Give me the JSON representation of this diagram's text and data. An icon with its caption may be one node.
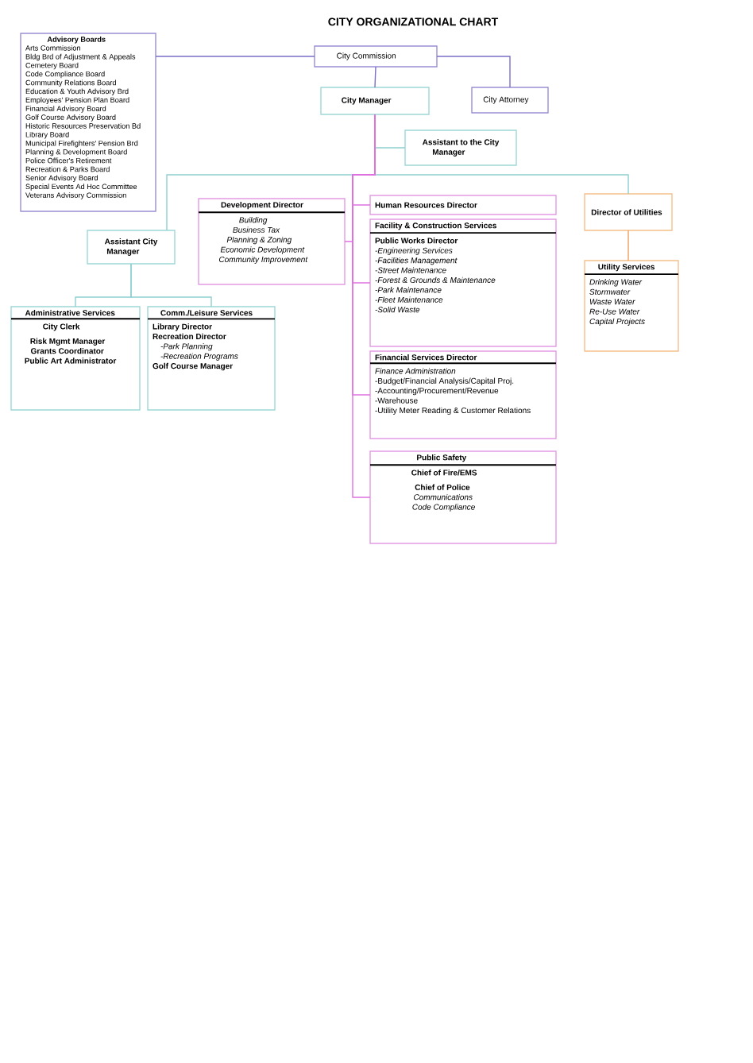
{
  "diagram": {
    "title": "CITY ORGANIZATIONAL CHART",
    "nodes": [
      {
        "text": [
          "Advisory Boards",
          "Arts Commission",
          "Bldg Brd of Adjustment & Appeals",
          "Cemetery Board",
          "Code Compliance Board",
          "Community Relations Board",
          "Education & Youth Advisory Brd",
          "Employees' Pension Plan Board",
          "Financial Advisory Board",
          "Golf Course Advisory Board",
          "Historic Resources Preservation Bd",
          "Library Board",
          "Municipal Firefighters' Pension Brd",
          "Planning & Development Board",
          "Police Officer's Retirement",
          "Recreation & Parks Board",
          "Senior Advisory Board",
          "Special Events Ad Hoc Committee",
          "Veterans Advisory Commission"
        ]
      },
      {
        "text": [
          "City Commission"
        ]
      },
      {
        "text": [
          "City Manager"
        ]
      },
      {
        "text": [
          "City Attorney"
        ]
      },
      {
        "text": [
          "Assistant to the City Manager"
        ]
      },
      {
        "text": [
          "Assistant City Manager"
        ]
      },
      {
        "text": [
          "Development Director",
          "Building",
          "Business Tax",
          "Planning & Zoning",
          "Economic Development",
          "Community Improvement"
        ]
      },
      {
        "text": [
          "Human Resources Director"
        ]
      },
      {
        "text": [
          "Facility & Construction Services",
          "Public Works Director",
          "-Engineering Services",
          "-Facilities Management",
          "-Street Maintenance",
          "-Forest & Grounds & Maintenance",
          "-Park Maintenance",
          "-Fleet Maintenance",
          "-Solid Waste"
        ]
      },
      {
        "text": [
          "Financial Services Director",
          "Finance Administration",
          "-Budget/Financial Analysis/Capital Proj.",
          "-Accounting/Procurement/Revenue",
          "-Warehouse",
          "-Utility Meter Reading & Customer Relations"
        ]
      },
      {
        "text": [
          "Public Safety",
          "Chief of Fire/EMS",
          "Chief of Police",
          "Communications",
          "Code Compliance"
        ]
      },
      {
        "text": [
          "Director of Utilities"
        ]
      },
      {
        "text": [
          "Utility Services",
          "Drinking Water",
          "Stormwater",
          "Waste Water",
          "Re-Use Water",
          "Capital Projects"
        ]
      },
      {
        "text": [
          "Administrative Services",
          "City Clerk",
          "Risk Mgmt Manager",
          "Grants Coordinator",
          "Public Art Administrator"
        ]
      },
      {
        "text": [
          "Comm./Leisure Services",
          "Library Director",
          "Recreation Director",
          "-Park Planning",
          "-Recreation Programs",
          "Golf Course Manager"
        ]
      }
    ],
    "edges": [
      {
        "from": 0,
        "to": 1,
        "arrow": "none",
        "color": "#7b6fc8"
      },
      {
        "from": 1,
        "to": 2,
        "arrow": "none",
        "color": "#7b6fc8"
      },
      {
        "from": 1,
        "to": 3,
        "arrow": "none",
        "color": "#7b6fc8"
      },
      {
        "from": 2,
        "to": 4,
        "arrow": "none"
      },
      {
        "from": 2,
        "to": 5,
        "arrow": "none"
      },
      {
        "from": 2,
        "to": 11,
        "arrow": "none"
      },
      {
        "from": 2,
        "to": 6,
        "arrow": "none",
        "color": "#e070e0"
      },
      {
        "from": 2,
        "to": 7,
        "arrow": "none",
        "color": "#e070e0"
      },
      {
        "from": 2,
        "to": 8,
        "arrow": "none",
        "color": "#e070e0"
      },
      {
        "from": 2,
        "to": 9,
        "arrow": "none",
        "color": "#e070e0"
      },
      {
        "from": 2,
        "to": 10,
        "arrow": "none",
        "color": "#e070e0"
      },
      {
        "from": 11,
        "to": 12,
        "arrow": "none",
        "color": "#f0a060"
      },
      {
        "from": 5,
        "to": 13,
        "arrow": "none"
      },
      {
        "from": 5,
        "to": 14,
        "arrow": "none"
      }
    ]
  }
}
